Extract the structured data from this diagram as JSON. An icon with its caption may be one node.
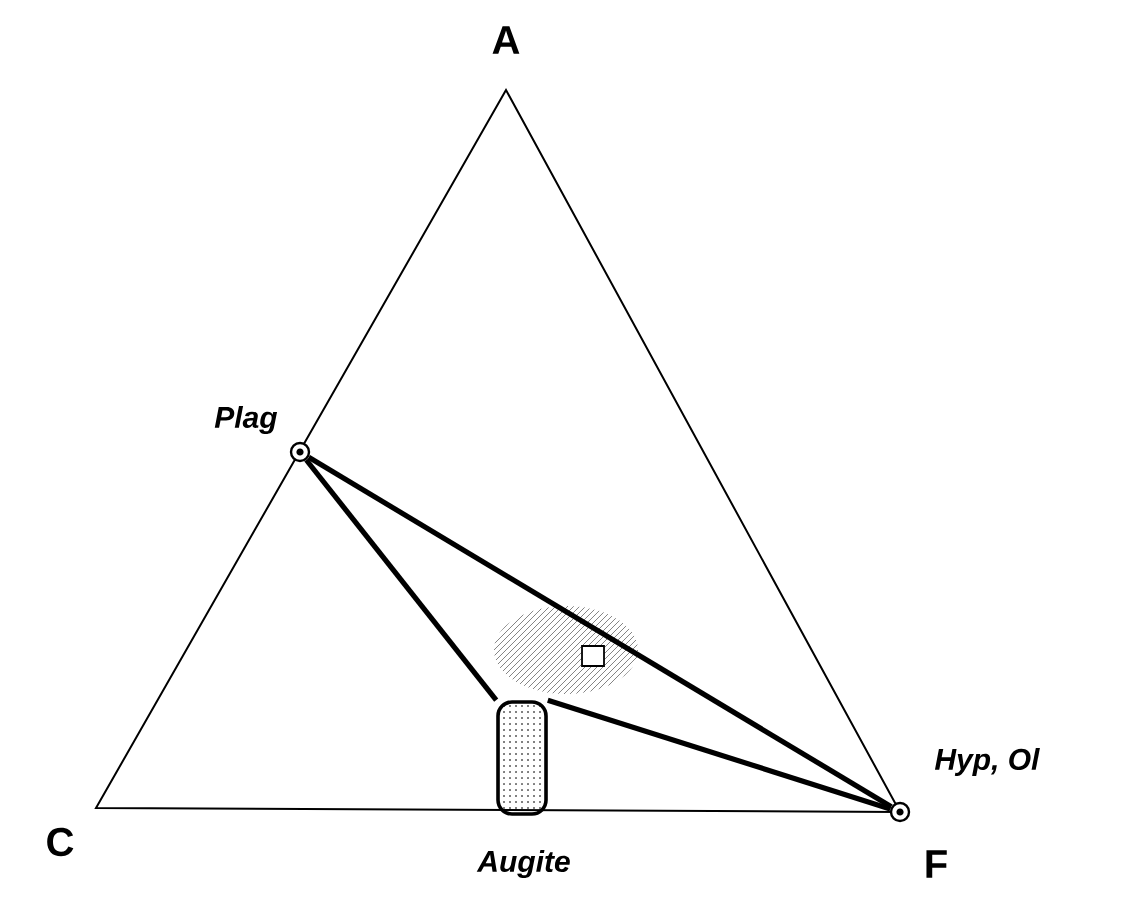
{
  "diagram": {
    "nodes": [
      {
        "text": [],
        "shape": "circle",
        "beside": [
          "Plag"
        ]
      },
      {
        "text": [],
        "shape": "circle",
        "beside": [
          "Hyp, Ol"
        ]
      },
      {
        "text": [],
        "shape": "box",
        "beside": [
          "Augite"
        ]
      }
    ],
    "edges": [
      {
        "from": 0,
        "to": 1,
        "arrow": "none"
      },
      {
        "from": 0,
        "to": 2,
        "arrow": "none"
      },
      {
        "from": 2,
        "to": 1,
        "arrow": "none"
      }
    ],
    "labels": [
      "A",
      "C",
      "F"
    ]
  }
}
